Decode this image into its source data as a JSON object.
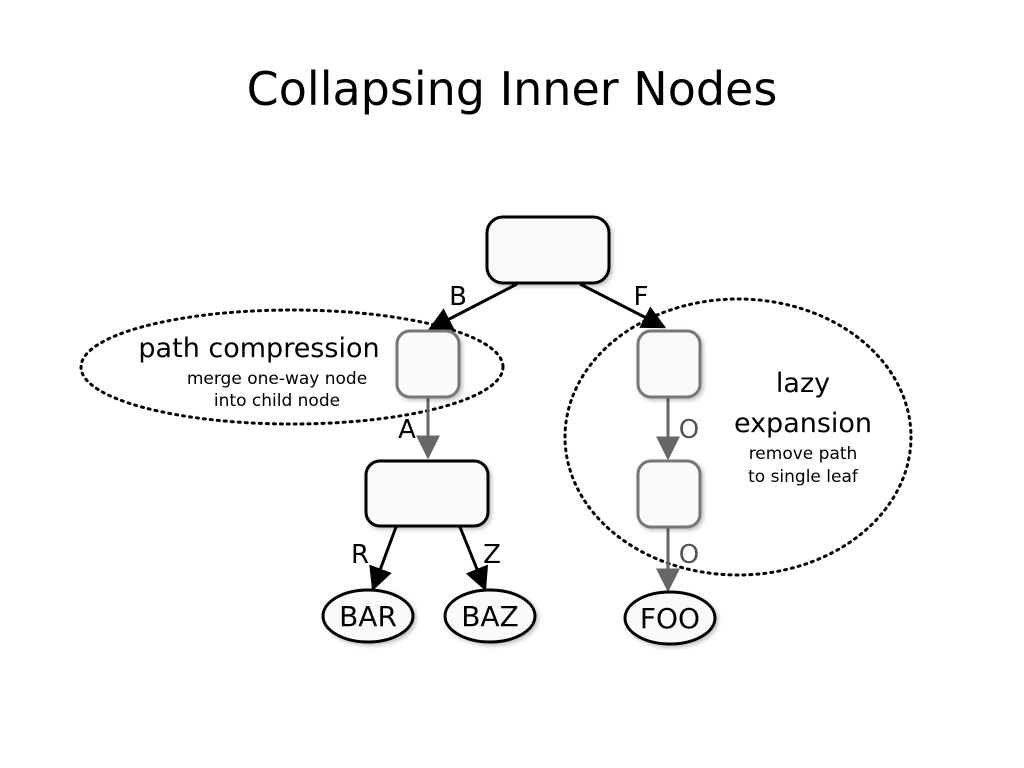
{
  "slide": {
    "title": "Collapsing Inner Nodes"
  },
  "diagram": {
    "edges": {
      "root_to_b": "B",
      "root_to_f": "F",
      "b_to_child": "A",
      "child_to_bar": "R",
      "child_to_baz": "Z",
      "f_to_o1": "O",
      "o1_to_foo": "O"
    },
    "leaves": {
      "bar": "BAR",
      "baz": "BAZ",
      "foo": "FOO"
    },
    "annotations": {
      "path_compression": {
        "title": "path compression",
        "line1": "merge one-way node",
        "line2": "into child node"
      },
      "lazy_expansion": {
        "title1": "lazy",
        "title2": "expansion",
        "line1": "remove path",
        "line2": "to single leaf"
      }
    }
  }
}
